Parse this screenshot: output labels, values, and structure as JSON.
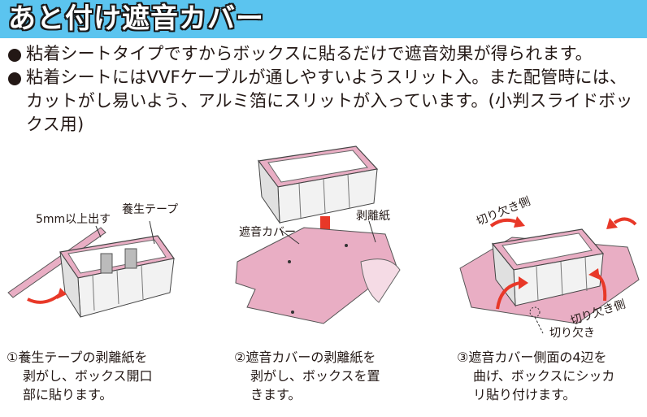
{
  "header": {
    "title": "あと付け遮音カバー"
  },
  "bullets": [
    "粘着シートタイプですからボックスに貼るだけで遮音効果が得られます。",
    "粘着シートにはVVFケーブルが通しやすいようスリット入。また配管時には、カットがし易いよう、アルミ箔にスリットが入っています。(小判スライドボックス用)"
  ],
  "steps": [
    {
      "labels": {
        "margin": "5mm以上出す",
        "tape": "養生テープ"
      },
      "caption_lines": [
        "①養生テープの剥離紙を",
        "剥がし、ボックス開口",
        "部に貼ります。"
      ]
    },
    {
      "labels": {
        "cover": "遮音カバー",
        "release": "剥離紙"
      },
      "caption_lines": [
        "②遮音カバーの剥離紙を",
        "剥がし、ボックスを置",
        "きます。"
      ]
    },
    {
      "labels": {
        "notch_side_a": "切り欠き側",
        "notch_side_b": "切り欠き側",
        "notch": "切り欠き"
      },
      "caption_lines": [
        "③遮音カバー側面の4辺を",
        "曲げ、ボックスにシッカ",
        "リ貼り付けます。"
      ]
    }
  ],
  "colors": {
    "title_bg": "#5bc4ef",
    "pink": "#e9aec4",
    "pink_dark": "#d493ac",
    "red": "#e83828"
  }
}
